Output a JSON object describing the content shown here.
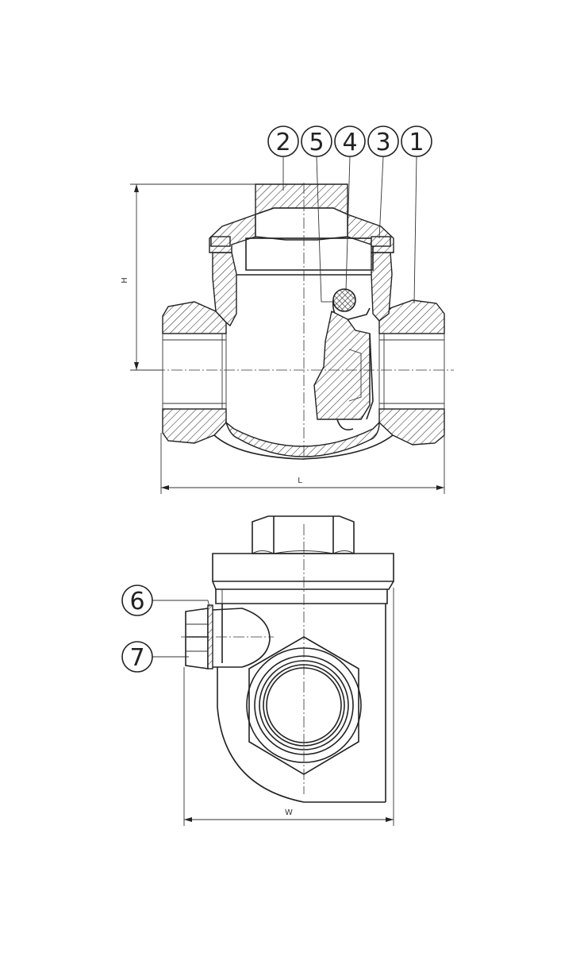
{
  "balloons_top": [
    "2",
    "5",
    "4",
    "3",
    "1"
  ],
  "balloons_side": [
    "6",
    "7"
  ],
  "dimensions": {
    "height": "H",
    "length": "L",
    "width": "W"
  }
}
